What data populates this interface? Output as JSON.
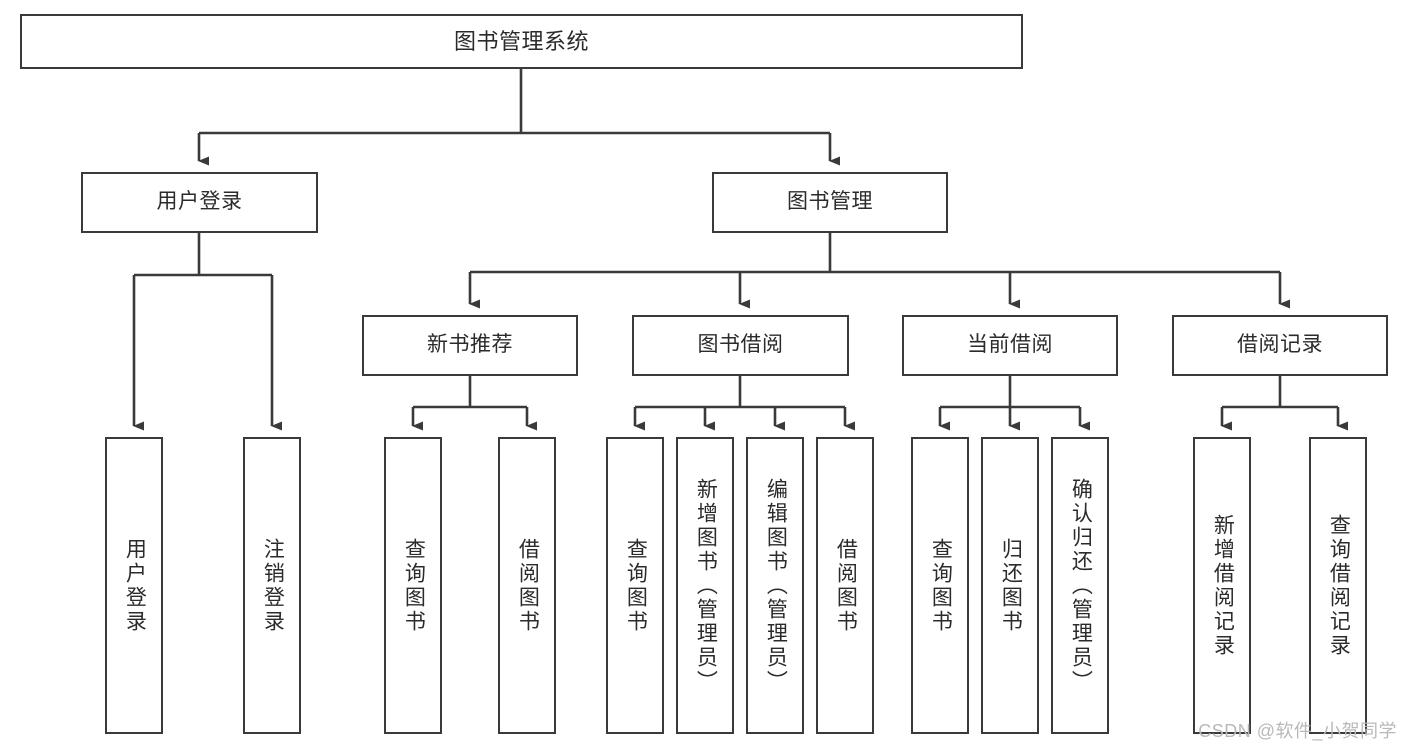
{
  "diagram": {
    "type": "tree-hierarchy-chart",
    "title": "图书管理系统",
    "watermark": "CSDN @软件_小贺同学",
    "colors": {
      "background": "#ffffff",
      "box_border": "#3a3a3a",
      "box_fill": "#ffffff",
      "text": "#2b2b2b",
      "edge": "#3a3a3a",
      "watermark": "#b9b9b9"
    },
    "levels": {
      "root": {
        "label": "图书管理系统"
      },
      "level1": [
        {
          "id": "user-login",
          "label": "用户登录"
        },
        {
          "id": "book-management",
          "label": "图书管理"
        }
      ],
      "level2": [
        {
          "id": "new-book-recommend",
          "label": "新书推荐",
          "parent": "book-management"
        },
        {
          "id": "book-borrow",
          "label": "图书借阅",
          "parent": "book-management"
        },
        {
          "id": "current-borrow",
          "label": "当前借阅",
          "parent": "book-management"
        },
        {
          "id": "borrow-record",
          "label": "借阅记录",
          "parent": "book-management"
        }
      ],
      "leaves": [
        {
          "id": "leaf-user-login",
          "label": "用户登录",
          "parent": "user-login"
        },
        {
          "id": "leaf-logout-login",
          "label": "注销登录",
          "parent": "user-login"
        },
        {
          "id": "leaf-query-book-1",
          "label": "查询图书",
          "parent": "new-book-recommend"
        },
        {
          "id": "leaf-borrow-book-1",
          "label": "借阅图书",
          "parent": "new-book-recommend"
        },
        {
          "id": "leaf-query-book-2",
          "label": "查询图书",
          "parent": "book-borrow"
        },
        {
          "id": "leaf-add-book",
          "label": "新增图书（管理员）",
          "parent": "book-borrow"
        },
        {
          "id": "leaf-edit-book",
          "label": "编辑图书（管理员）",
          "parent": "book-borrow"
        },
        {
          "id": "leaf-borrow-book-2",
          "label": "借阅图书",
          "parent": "book-borrow"
        },
        {
          "id": "leaf-query-book-3",
          "label": "查询图书",
          "parent": "current-borrow"
        },
        {
          "id": "leaf-return-book",
          "label": "归还图书",
          "parent": "current-borrow"
        },
        {
          "id": "leaf-confirm-return",
          "label": "确认归还（管理员）",
          "parent": "current-borrow"
        },
        {
          "id": "leaf-add-record",
          "label": "新增借阅记录",
          "parent": "borrow-record"
        },
        {
          "id": "leaf-query-record",
          "label": "查询借阅记录",
          "parent": "borrow-record"
        }
      ]
    }
  }
}
